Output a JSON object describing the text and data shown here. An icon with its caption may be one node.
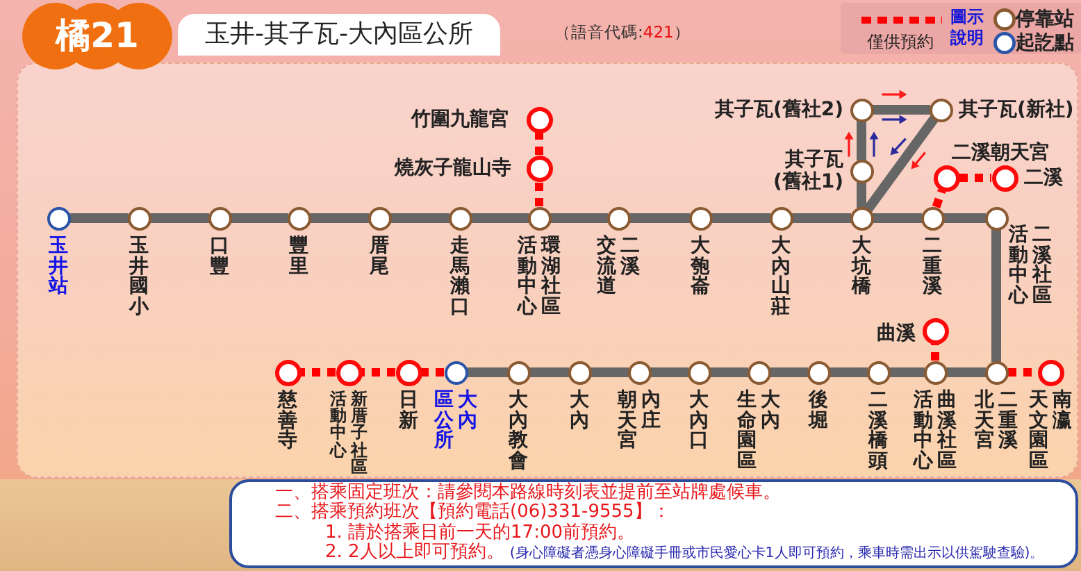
{
  "diagram": {
    "title": "玉井-其子瓦-大內區公所",
    "nodes": [
      {
        "text": [],
        "shape": "circle",
        "beside": [
          "玉井站"
        ]
      },
      {
        "text": [],
        "shape": "circle",
        "beside": [
          "玉井國小"
        ]
      },
      {
        "text": [],
        "shape": "circle",
        "beside": [
          "口豐"
        ]
      },
      {
        "text": [],
        "shape": "circle",
        "beside": [
          "豐里"
        ]
      },
      {
        "text": [],
        "shape": "circle",
        "beside": [
          "厝尾"
        ]
      },
      {
        "text": [],
        "shape": "circle",
        "beside": [
          "走馬瀨口"
        ]
      },
      {
        "text": [],
        "shape": "circle",
        "beside": [
          "環湖社區活動中心"
        ]
      },
      {
        "text": [],
        "shape": "circle",
        "beside": [
          "燒灰子龍山寺"
        ]
      },
      {
        "text": [],
        "shape": "circle",
        "beside": [
          "竹圍九龍宮"
        ]
      },
      {
        "text": [],
        "shape": "circle",
        "beside": [
          "二溪交流道"
        ]
      },
      {
        "text": [],
        "shape": "circle",
        "beside": [
          "大匏崙"
        ]
      },
      {
        "text": [],
        "shape": "circle",
        "beside": [
          "大內山莊"
        ]
      },
      {
        "text": [],
        "shape": "circle",
        "beside": [
          "大坑橋"
        ]
      },
      {
        "text": [],
        "shape": "circle",
        "beside": [
          "其子瓦(舊社1)"
        ]
      },
      {
        "text": [],
        "shape": "circle",
        "beside": [
          "其子瓦(舊社2)"
        ]
      },
      {
        "text": [],
        "shape": "circle",
        "beside": [
          "其子瓦(新社)"
        ]
      },
      {
        "text": [],
        "shape": "circle",
        "beside": [
          "二重溪"
        ]
      },
      {
        "text": [],
        "shape": "circle",
        "beside": [
          "二溪朝天宮"
        ]
      },
      {
        "text": [],
        "shape": "circle",
        "beside": [
          "二溪"
        ]
      },
      {
        "text": [],
        "shape": "circle",
        "beside": [
          "二溪社區活動中心"
        ]
      },
      {
        "text": [],
        "shape": "circle",
        "beside": [
          "二重溪北天宮"
        ]
      },
      {
        "text": [],
        "shape": "circle",
        "beside": [
          "南瀛天文園區"
        ]
      },
      {
        "text": [],
        "shape": "circle",
        "beside": [
          "曲溪社區活動中心"
        ]
      },
      {
        "text": [],
        "shape": "circle",
        "beside": [
          "曲溪"
        ]
      },
      {
        "text": [],
        "shape": "circle",
        "beside": [
          "二溪橋頭"
        ]
      },
      {
        "text": [],
        "shape": "circle",
        "beside": [
          "後堀"
        ]
      },
      {
        "text": [],
        "shape": "circle",
        "beside": [
          "大內生命園區"
        ]
      },
      {
        "text": [],
        "shape": "circle",
        "beside": [
          "大內口"
        ]
      },
      {
        "text": [],
        "shape": "circle",
        "beside": [
          "內庄朝天宮"
        ]
      },
      {
        "text": [],
        "shape": "circle",
        "beside": [
          "大內"
        ]
      },
      {
        "text": [],
        "shape": "circle",
        "beside": [
          "大內教會"
        ]
      },
      {
        "text": [],
        "shape": "circle",
        "beside": [
          "大內區公所"
        ]
      },
      {
        "text": [],
        "shape": "circle",
        "beside": [
          "日新"
        ]
      },
      {
        "text": [],
        "shape": "circle",
        "beside": [
          "新厝子社區活動中心"
        ]
      },
      {
        "text": [],
        "shape": "circle",
        "beside": [
          "慈善寺"
        ]
      },
      {
        "text": [
          "一、搭乘固定班次：請參閱本路線時刻表並提前至站牌處候車。",
          "二、搭乘預約班次【預約電話(06)331-9555】：",
          "1. 請於搭乘日前一天的17:00前預約。",
          "2. 2人以上即可預約。",
          "(身心障礙者憑身心障礙手冊或市民愛心卡1人即可預約，乘車時需出示以供駕駛查驗)。"
        ]
      }
    ],
    "edges": [
      {
        "from": 0,
        "to": 1,
        "arrow": "none"
      },
      {
        "from": 1,
        "to": 2,
        "arrow": "none"
      },
      {
        "from": 2,
        "to": 3,
        "arrow": "none"
      },
      {
        "from": 3,
        "to": 4,
        "arrow": "none"
      },
      {
        "from": 4,
        "to": 5,
        "arrow": "none"
      },
      {
        "from": 5,
        "to": 6,
        "arrow": "none"
      },
      {
        "from": 6,
        "to": 7,
        "arrow": "none",
        "style": "dashed",
        "color": "#ff0000"
      },
      {
        "from": 7,
        "to": 8,
        "arrow": "none",
        "style": "dashed",
        "color": "#ff0000"
      },
      {
        "from": 6,
        "to": 9,
        "arrow": "none"
      },
      {
        "from": 9,
        "to": 10,
        "arrow": "none"
      },
      {
        "from": 10,
        "to": 11,
        "arrow": "none"
      },
      {
        "from": 11,
        "to": 12,
        "arrow": "none"
      },
      {
        "from": 12,
        "to": 13,
        "arrow": "none"
      },
      {
        "from": 13,
        "to": 14,
        "arrow": "none"
      },
      {
        "from": 14,
        "to": 15,
        "arrow": "none"
      },
      {
        "from": 15,
        "to": 12,
        "arrow": "none"
      },
      {
        "from": 12,
        "to": 16,
        "arrow": "none"
      },
      {
        "from": 16,
        "to": 17,
        "arrow": "none",
        "style": "dashed",
        "color": "#ff0000"
      },
      {
        "from": 17,
        "to": 18,
        "arrow": "none",
        "style": "dashed",
        "color": "#ff0000"
      },
      {
        "from": 16,
        "to": 19,
        "arrow": "none"
      },
      {
        "from": 19,
        "to": 20,
        "arrow": "none"
      },
      {
        "from": 20,
        "to": 21,
        "arrow": "none",
        "style": "dashed",
        "color": "#ff0000"
      },
      {
        "from": 20,
        "to": 22,
        "arrow": "none"
      },
      {
        "from": 22,
        "to": 23,
        "arrow": "none",
        "style": "dashed",
        "color": "#ff0000"
      },
      {
        "from": 22,
        "to": 24,
        "arrow": "none"
      },
      {
        "from": 24,
        "to": 25,
        "arrow": "none"
      },
      {
        "from": 25,
        "to": 26,
        "arrow": "none"
      },
      {
        "from": 26,
        "to": 27,
        "arrow": "none"
      },
      {
        "from": 27,
        "to": 28,
        "arrow": "none"
      },
      {
        "from": 28,
        "to": 29,
        "arrow": "none"
      },
      {
        "from": 29,
        "to": 30,
        "arrow": "none"
      },
      {
        "from": 30,
        "to": 31,
        "arrow": "none"
      },
      {
        "from": 31,
        "to": 32,
        "arrow": "none",
        "style": "dashed",
        "color": "#ff0000"
      },
      {
        "from": 32,
        "to": 33,
        "arrow": "none",
        "style": "dashed",
        "color": "#ff0000"
      },
      {
        "from": 33,
        "to": 34,
        "arrow": "none",
        "style": "dashed",
        "color": "#ff0000"
      }
    ],
    "labels": [
      "橘21",
      "（語音代碼:421）",
      "圖示說明"
    ],
    "legend": [
      {
        "text": "僅供預約"
      },
      {
        "text": "停靠站"
      },
      {
        "text": "起訖點"
      }
    ]
  }
}
